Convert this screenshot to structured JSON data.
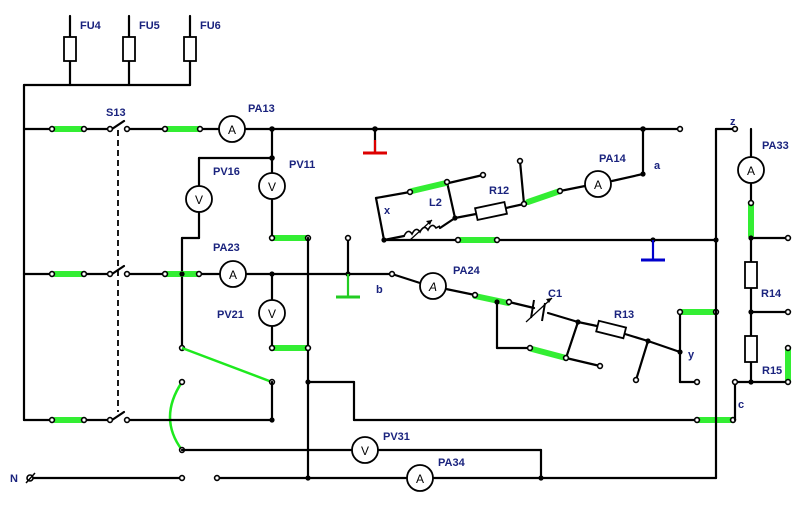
{
  "labels": {
    "FU4": "FU4",
    "FU5": "FU5",
    "FU6": "FU6",
    "S13": "S13",
    "PA13": "PA13",
    "PA14": "PA14",
    "PA23": "PA23",
    "PA24": "PA24",
    "PA33": "PA33",
    "PA34": "PA34",
    "PV11": "PV11",
    "PV16": "PV16",
    "PV21": "PV21",
    "PV31": "PV31",
    "R12": "R12",
    "R13": "R13",
    "R14": "R14",
    "R15": "R15",
    "L2": "L2",
    "C1": "C1",
    "a": "a",
    "b": "b",
    "c": "c",
    "x": "x",
    "y": "y",
    "z": "z",
    "N": "N"
  },
  "symbols": {
    "ammeter": "A",
    "voltmeter": "V"
  },
  "colors": {
    "wire": "#000000",
    "jumper": "#33ee33",
    "label": "#1a237e",
    "ground_red": "#dd0000",
    "ground_blue": "#0000cc",
    "ground_green": "#22cc22"
  }
}
